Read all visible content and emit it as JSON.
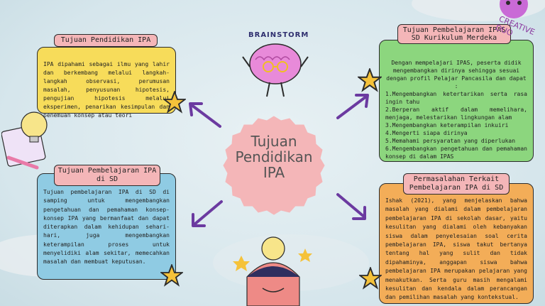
{
  "center": {
    "title": "Tujuan\nPendidikan\nIPA"
  },
  "cards": {
    "tl": {
      "label": "Tujuan Pendidikan IPA",
      "text": "IPA dipahami sebagai ilmu yang lahir dan berkembang melalui langkah-langkah observasi, perumusan masalah, penyusunan hipotesis, pengujian hipotesis melalui eksperimen, penarikan kesimpulan dan penemuan konsep atau teori"
    },
    "bl": {
      "label": "Tujuan Pembelajaran IPA di SD",
      "text": "Tujuan pembelajaran IPA di SD di samping untuk mengembangkan pengetahuan dan pemahaman konsep-konsep IPA yang bermanfaat dan dapat diterapkan dalam kehidupan sehari-hari, juga mengembangkan keterampilan proses untuk menyelidiki alam sekitar, memecahkan masalah dan membuat keputusan."
    },
    "tr": {
      "label": "Tujuan Pembelajaran IPAS SD Kurikulum Merdeka",
      "intro": "Dengan mempelajari IPAS, peserta didik mengembangkan dirinya sehingga sesuai dengan profil Pelajar Pancasila dan dapat :",
      "items": [
        "1.Mengembangkan ketertarikan serta rasa ingin tahu",
        "2.Berperan aktif dalam memelihara, menjaga, melestarikan lingkungan alam",
        "3.Mengembangkan keterampilan inkuiri",
        "4.Mengerti siapa dirinya",
        "5.Memahami persyaratan yang diperlukan",
        "6.Mengembangkan pengetahuan dan pemahaman konsep di dalam IPAS"
      ]
    },
    "br": {
      "label": "Permasalahan Terkait Pembelajaran IPA di SD",
      "text": "Ishak (2021), yang menjelaskan bahwa masalah yang dialami dalam pembelajaran pembelajaran IPA di sekolah dasar, yaitu kesulitan yang dialami oleh kebanyakan siswa dalam penyelesaian soal cerita pembelajaran IPA, siswa takut bertanya tentang hal yang sulit dan tidak dipahaminya, anggapan siswa bahwa pembelajaran IPA merupakan pelajaran yang menakutkan. Serta guru masih mengalami kesulitan dan kendala dalam perancangan dan pemilihan masalah yang kontekstual."
    }
  },
  "decor": {
    "brainstorm": "BRAINSTORM",
    "creative": "CREATIVE DUO"
  },
  "colors": {
    "yellow": "#f7dc5a",
    "blue": "#8fcbe3",
    "green": "#8cd67e",
    "orange": "#f3ad58",
    "label": "#f4b6b8",
    "badge": "#f4b6b8",
    "arrow": "#6b3aa0",
    "star": "#f5c23a"
  },
  "icons": [
    "star-icon",
    "arrow-icon",
    "brain-icon",
    "lightbulb-icon",
    "pencil-icon",
    "head-icon"
  ]
}
